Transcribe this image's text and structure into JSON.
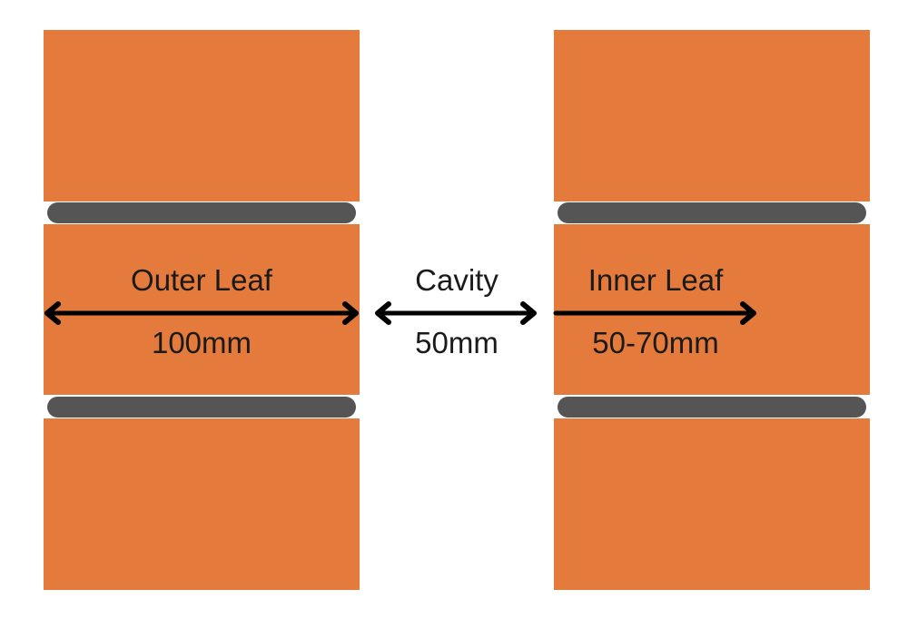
{
  "colors": {
    "brick": "#E47A3B",
    "mortar": "#555555",
    "arrow": "#000000",
    "text": "#1a1a1a",
    "background": "#ffffff"
  },
  "outer_leaf": {
    "label": "Outer Leaf",
    "dimension": "100mm"
  },
  "cavity": {
    "label": "Cavity",
    "dimension": "50mm"
  },
  "inner_leaf": {
    "label": "Inner Leaf",
    "dimension": "50-70mm"
  }
}
